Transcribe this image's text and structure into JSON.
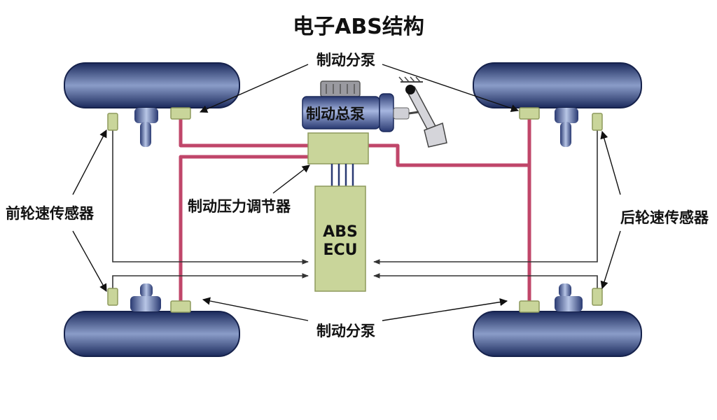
{
  "title": "电子ABS结构",
  "labels": {
    "wheel_cylinder_top": "制动分泵",
    "wheel_cylinder_bottom": "制动分泵",
    "master_cylinder": "制动总泵",
    "pressure_regulator": "制动压力调节器",
    "front_wheel_speed_sensor": "前轮速传感器",
    "rear_wheel_speed_sensor": "后轮速传感器",
    "ecu_line1": "ABS",
    "ecu_line2": "ECU"
  },
  "colors": {
    "tire_dark": "#1b2a5c",
    "tire_light": "#8a9cc8",
    "brake_line": "#c0466a",
    "component_fill": "#c9d59a",
    "component_stroke": "#8e9a5c",
    "signal_wire": "#333333",
    "hub": "#5a6fa8"
  }
}
